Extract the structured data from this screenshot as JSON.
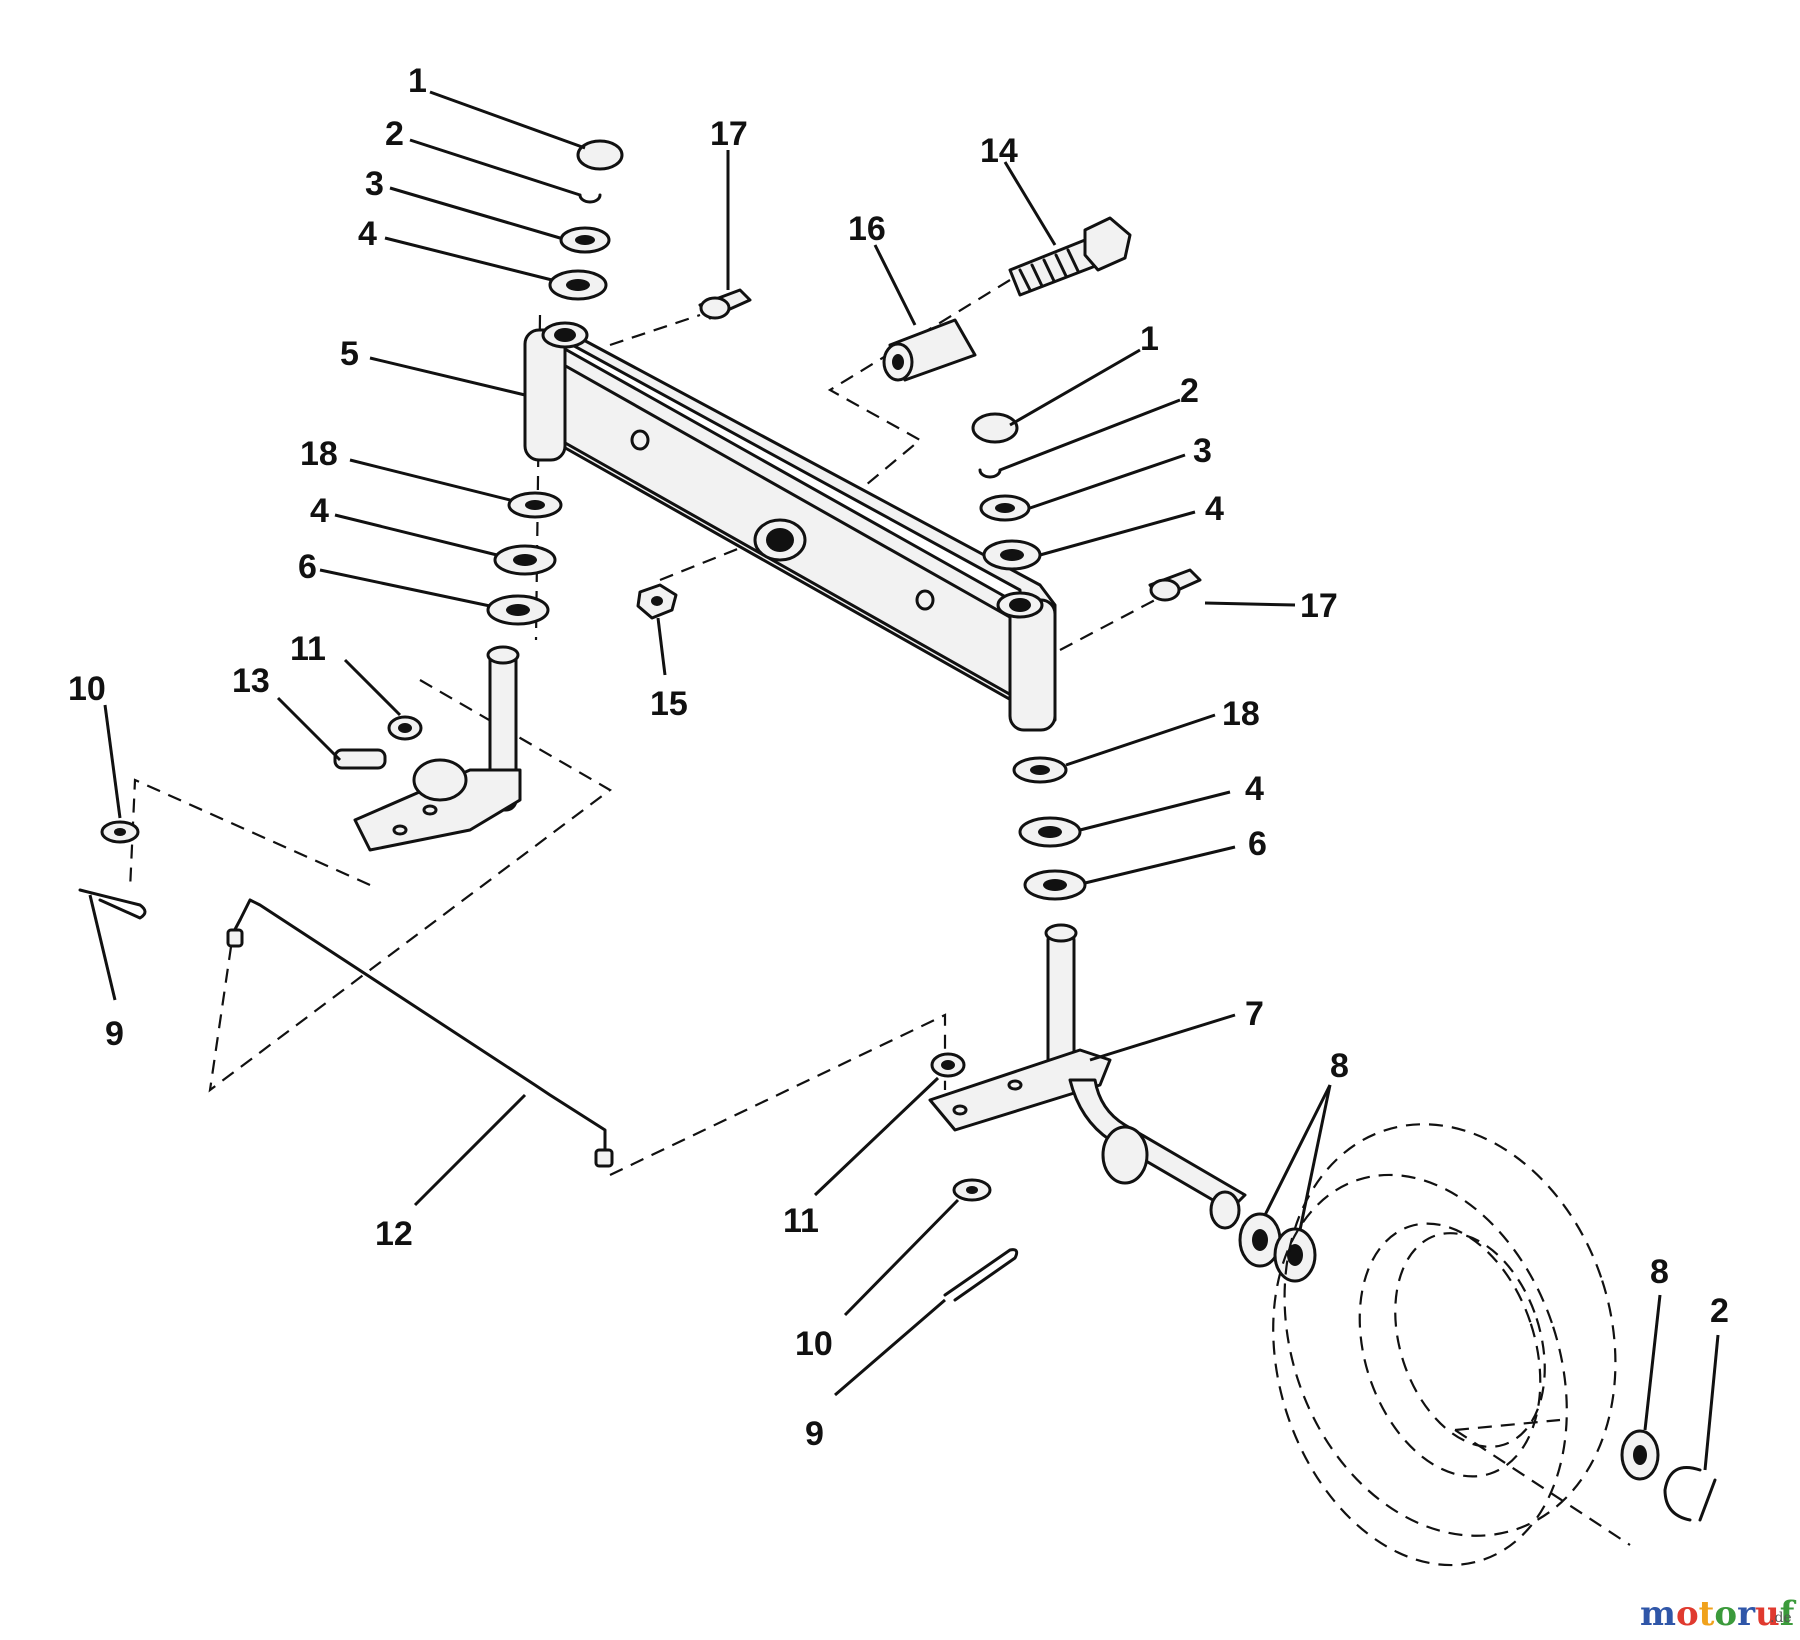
{
  "callouts": [
    {
      "id": "c1a",
      "text": "1"
    },
    {
      "id": "c2a",
      "text": "2"
    },
    {
      "id": "c3a",
      "text": "3"
    },
    {
      "id": "c4a",
      "text": "4"
    },
    {
      "id": "c5",
      "text": "5"
    },
    {
      "id": "c18a",
      "text": "18"
    },
    {
      "id": "c4b",
      "text": "4"
    },
    {
      "id": "c6a",
      "text": "6"
    },
    {
      "id": "c17a",
      "text": "17"
    },
    {
      "id": "c14",
      "text": "14"
    },
    {
      "id": "c16",
      "text": "16"
    },
    {
      "id": "c1b",
      "text": "1"
    },
    {
      "id": "c2b",
      "text": "2"
    },
    {
      "id": "c3b",
      "text": "3"
    },
    {
      "id": "c4c",
      "text": "4"
    },
    {
      "id": "c17b",
      "text": "17"
    },
    {
      "id": "c15",
      "text": "15"
    },
    {
      "id": "c10a",
      "text": "10"
    },
    {
      "id": "c13",
      "text": "13"
    },
    {
      "id": "c11a",
      "text": "11"
    },
    {
      "id": "c9a",
      "text": "9"
    },
    {
      "id": "c18b",
      "text": "18"
    },
    {
      "id": "c4d",
      "text": "4"
    },
    {
      "id": "c6b",
      "text": "6"
    },
    {
      "id": "c7",
      "text": "7"
    },
    {
      "id": "c8a",
      "text": "8"
    },
    {
      "id": "c12",
      "text": "12"
    },
    {
      "id": "c11b",
      "text": "11"
    },
    {
      "id": "c10b",
      "text": "10"
    },
    {
      "id": "c9b",
      "text": "9"
    },
    {
      "id": "c8b",
      "text": "8"
    },
    {
      "id": "c2c",
      "text": "2"
    }
  ],
  "watermark": {
    "main": "motoruf",
    "suffix": ".de"
  },
  "colors": {
    "ink": "#111111",
    "background": "#ffffff",
    "wm_m": "#2f56a8",
    "wm_o": "#e03a2f",
    "wm_t": "#f0a21c",
    "wm_o2": "#3b9a3b",
    "wm_r": "#2f56a8",
    "wm_u": "#e03a2f",
    "wm_f": "#3b9a3b"
  }
}
